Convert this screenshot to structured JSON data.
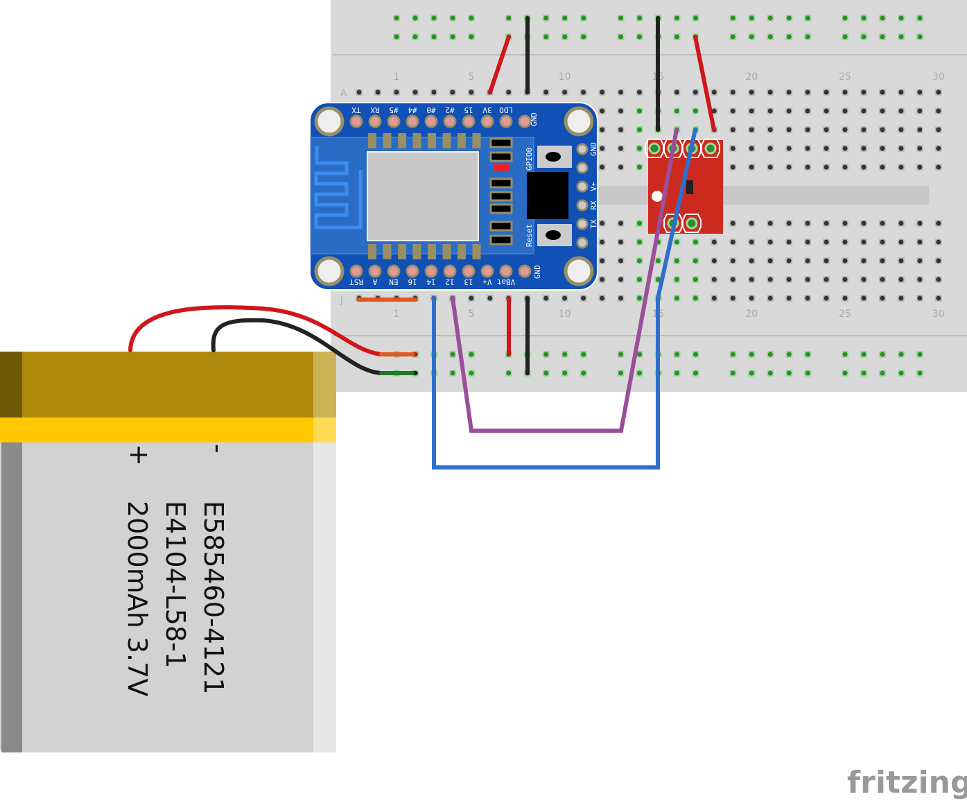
{
  "breadboard": {
    "row_labels": {
      "top": "A",
      "bottom": "J"
    },
    "column_numbers": [
      "1",
      "5",
      "10",
      "15",
      "20",
      "25",
      "30"
    ]
  },
  "esp_board": {
    "top_pins": [
      "TX",
      "RX",
      "#5",
      "#4",
      "#0",
      "#2",
      "15",
      "3V",
      "LDO",
      "GND"
    ],
    "bottom_pins": [
      "RST",
      "A",
      "EN",
      "16",
      "14",
      "12",
      "13",
      "V+",
      "VBat",
      "GND"
    ],
    "right_pins": [
      "GND",
      "",
      "V+",
      "RX",
      "TX",
      ""
    ],
    "button_labels": [
      "GPIO0",
      "Reset"
    ],
    "color": "#1150b4"
  },
  "battery": {
    "plus": "+",
    "minus": "-",
    "line1": "E585460-4121",
    "line2": "E4104-L58-1",
    "line3": "2000mAh 3.7V"
  },
  "sensor": {
    "color": "#cc2a1e"
  },
  "wire_colors": {
    "red": "#d0161b",
    "black": "#222222",
    "purple": "#9b4f9b",
    "blue": "#2f6fcc",
    "orange": "#e0581e"
  },
  "logo": "fritzing"
}
